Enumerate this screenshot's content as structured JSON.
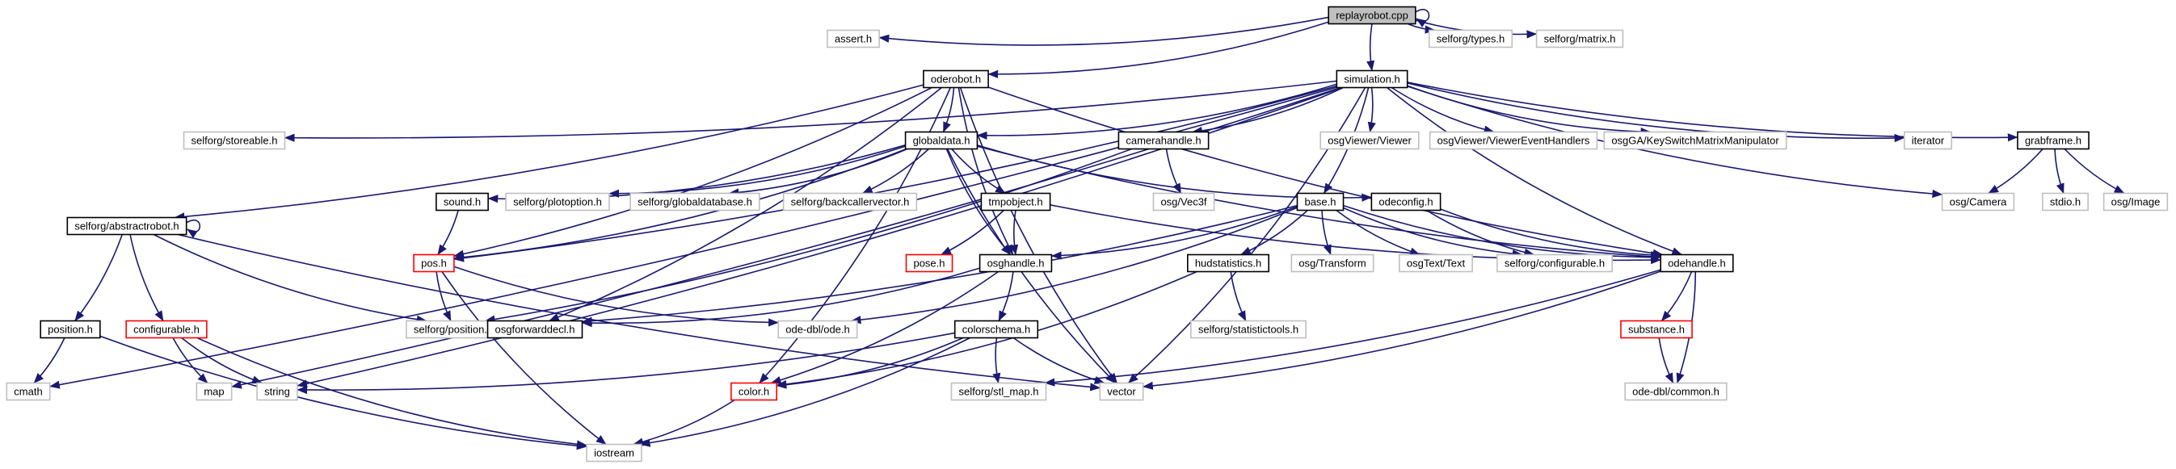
{
  "diagram": {
    "colors": {
      "root_fill": "#bfbfbf",
      "doc_border": "#000000",
      "missing_border": "#bfbfbf",
      "truncated_border": "#ff0000",
      "edge": "#191970",
      "text": "#000000"
    },
    "nodes": [
      {
        "id": "replayrobot",
        "label": "replayrobot.cpp",
        "kind": "root"
      },
      {
        "id": "assert",
        "label": "assert.h",
        "kind": "missing"
      },
      {
        "id": "oderobot",
        "label": "oderobot.h",
        "kind": "doc"
      },
      {
        "id": "simulation",
        "label": "simulation.h",
        "kind": "doc"
      },
      {
        "id": "selftypes",
        "label": "selforg/types.h",
        "kind": "missing"
      },
      {
        "id": "selfmatrix",
        "label": "selforg/matrix.h",
        "kind": "missing"
      },
      {
        "id": "selfstoreable",
        "label": "selforg/storeable.h",
        "kind": "missing"
      },
      {
        "id": "globaldata",
        "label": "globaldata.h",
        "kind": "doc"
      },
      {
        "id": "camerahandle",
        "label": "camerahandle.h",
        "kind": "doc"
      },
      {
        "id": "osgviewer",
        "label": "osgViewer/Viewer",
        "kind": "missing"
      },
      {
        "id": "osgviewerevent",
        "label": "osgViewer/ViewerEventHandlers",
        "kind": "missing"
      },
      {
        "id": "osgga",
        "label": "osgGA/KeySwitchMatrixManipulator",
        "kind": "missing"
      },
      {
        "id": "iterator",
        "label": "iterator",
        "kind": "missing"
      },
      {
        "id": "grabframe",
        "label": "grabframe.h",
        "kind": "doc"
      },
      {
        "id": "sound",
        "label": "sound.h",
        "kind": "doc"
      },
      {
        "id": "plotoption",
        "label": "selforg/plotoption.h",
        "kind": "missing"
      },
      {
        "id": "globaldatabase",
        "label": "selforg/globaldatabase.h",
        "kind": "missing"
      },
      {
        "id": "backcaller",
        "label": "selforg/backcallervector.h",
        "kind": "missing"
      },
      {
        "id": "tmpobject",
        "label": "tmpobject.h",
        "kind": "doc"
      },
      {
        "id": "osgvec3f",
        "label": "osg/Vec3f",
        "kind": "missing"
      },
      {
        "id": "base",
        "label": "base.h",
        "kind": "doc"
      },
      {
        "id": "odeconfig",
        "label": "odeconfig.h",
        "kind": "doc"
      },
      {
        "id": "osgcamera",
        "label": "osg/Camera",
        "kind": "missing"
      },
      {
        "id": "stdio",
        "label": "stdio.h",
        "kind": "missing"
      },
      {
        "id": "osgimage",
        "label": "osg/Image",
        "kind": "missing"
      },
      {
        "id": "abstractrobot",
        "label": "selforg/abstractrobot.h",
        "kind": "doc"
      },
      {
        "id": "pos",
        "label": "pos.h",
        "kind": "truncated"
      },
      {
        "id": "pose",
        "label": "pose.h",
        "kind": "truncated"
      },
      {
        "id": "osghandle",
        "label": "osghandle.h",
        "kind": "doc"
      },
      {
        "id": "hudstatistics",
        "label": "hudstatistics.h",
        "kind": "doc"
      },
      {
        "id": "osgtransform",
        "label": "osg/Transform",
        "kind": "missing"
      },
      {
        "id": "osgtext",
        "label": "osgText/Text",
        "kind": "missing"
      },
      {
        "id": "configurableself",
        "label": "selforg/configurable.h",
        "kind": "missing"
      },
      {
        "id": "odehandle",
        "label": "odehandle.h",
        "kind": "doc"
      },
      {
        "id": "position",
        "label": "position.h",
        "kind": "doc"
      },
      {
        "id": "configurable",
        "label": "configurable.h",
        "kind": "truncated"
      },
      {
        "id": "selfposition",
        "label": "selforg/position.h",
        "kind": "missing"
      },
      {
        "id": "osgforward",
        "label": "osgforwarddecl.h",
        "kind": "doc"
      },
      {
        "id": "odedblode",
        "label": "ode-dbl/ode.h",
        "kind": "missing"
      },
      {
        "id": "statistictools",
        "label": "selforg/statistictools.h",
        "kind": "missing"
      },
      {
        "id": "substance",
        "label": "substance.h",
        "kind": "truncated"
      },
      {
        "id": "colorschema",
        "label": "colorschema.h",
        "kind": "doc"
      },
      {
        "id": "cmath",
        "label": "cmath",
        "kind": "missing"
      },
      {
        "id": "map",
        "label": "map",
        "kind": "missing"
      },
      {
        "id": "string",
        "label": "string",
        "kind": "missing"
      },
      {
        "id": "color",
        "label": "color.h",
        "kind": "truncated"
      },
      {
        "id": "stlmap",
        "label": "selforg/stl_map.h",
        "kind": "missing"
      },
      {
        "id": "vector",
        "label": "vector",
        "kind": "missing"
      },
      {
        "id": "odecommon",
        "label": "ode-dbl/common.h",
        "kind": "missing"
      },
      {
        "id": "iostream",
        "label": "iostream",
        "kind": "missing"
      }
    ],
    "edges": [
      [
        "replayrobot",
        "replayrobot"
      ],
      [
        "replayrobot",
        "assert"
      ],
      [
        "replayrobot",
        "oderobot"
      ],
      [
        "replayrobot",
        "simulation"
      ],
      [
        "replayrobot",
        "selftypes"
      ],
      [
        "replayrobot",
        "selfmatrix"
      ],
      [
        "oderobot",
        "abstractrobot"
      ],
      [
        "oderobot",
        "globaldata"
      ],
      [
        "oderobot",
        "odehandle"
      ],
      [
        "oderobot",
        "osghandle"
      ],
      [
        "oderobot",
        "pos"
      ],
      [
        "oderobot",
        "color"
      ],
      [
        "oderobot",
        "osgforward"
      ],
      [
        "oderobot",
        "vector"
      ],
      [
        "simulation",
        "selfstoreable"
      ],
      [
        "simulation",
        "globaldata"
      ],
      [
        "simulation",
        "camerahandle"
      ],
      [
        "simulation",
        "osgviewer"
      ],
      [
        "simulation",
        "osgviewerevent"
      ],
      [
        "simulation",
        "osgga"
      ],
      [
        "simulation",
        "iterator"
      ],
      [
        "simulation",
        "grabframe"
      ],
      [
        "simulation",
        "base"
      ],
      [
        "simulation",
        "odehandle"
      ],
      [
        "simulation",
        "pos"
      ],
      [
        "simulation",
        "cmath"
      ],
      [
        "simulation",
        "map"
      ],
      [
        "simulation",
        "string"
      ],
      [
        "simulation",
        "vector"
      ],
      [
        "simulation",
        "osgcamera"
      ],
      [
        "globaldata",
        "sound"
      ],
      [
        "globaldata",
        "plotoption"
      ],
      [
        "globaldata",
        "globaldatabase"
      ],
      [
        "globaldata",
        "backcaller"
      ],
      [
        "globaldata",
        "tmpobject"
      ],
      [
        "globaldata",
        "odeconfig"
      ],
      [
        "globaldata",
        "odehandle"
      ],
      [
        "globaldata",
        "osghandle"
      ],
      [
        "globaldata",
        "pos"
      ],
      [
        "globaldata",
        "vector"
      ],
      [
        "camerahandle",
        "osgvec3f"
      ],
      [
        "camerahandle",
        "selfposition"
      ],
      [
        "grabframe",
        "osgcamera"
      ],
      [
        "grabframe",
        "stdio"
      ],
      [
        "grabframe",
        "osgimage"
      ],
      [
        "sound",
        "pos"
      ],
      [
        "tmpobject",
        "pose"
      ],
      [
        "tmpobject",
        "osghandle"
      ],
      [
        "tmpobject",
        "odehandle"
      ],
      [
        "base",
        "osghandle"
      ],
      [
        "base",
        "hudstatistics"
      ],
      [
        "base",
        "osgtransform"
      ],
      [
        "base",
        "osgtext"
      ],
      [
        "base",
        "configurableself"
      ],
      [
        "base",
        "odehandle"
      ],
      [
        "base",
        "odedblode"
      ],
      [
        "base",
        "osgforward"
      ],
      [
        "odeconfig",
        "configurableself"
      ],
      [
        "odeconfig",
        "odehandle"
      ],
      [
        "abstractrobot",
        "abstractrobot"
      ],
      [
        "abstractrobot",
        "position"
      ],
      [
        "abstractrobot",
        "configurable"
      ],
      [
        "abstractrobot",
        "selfposition"
      ],
      [
        "abstractrobot",
        "vector"
      ],
      [
        "pos",
        "selfposition"
      ],
      [
        "pos",
        "odedblode"
      ],
      [
        "pos",
        "iostream"
      ],
      [
        "osghandle",
        "osgforward"
      ],
      [
        "osghandle",
        "colorschema"
      ],
      [
        "osghandle",
        "color"
      ],
      [
        "hudstatistics",
        "statistictools"
      ],
      [
        "hudstatistics",
        "color"
      ],
      [
        "odehandle",
        "substance"
      ],
      [
        "odehandle",
        "odecommon"
      ],
      [
        "odehandle",
        "stlmap"
      ],
      [
        "odehandle",
        "vector"
      ],
      [
        "position",
        "cmath"
      ],
      [
        "position",
        "iostream"
      ],
      [
        "configurable",
        "map"
      ],
      [
        "configurable",
        "string"
      ],
      [
        "configurable",
        "iostream"
      ],
      [
        "substance",
        "odecommon"
      ],
      [
        "colorschema",
        "color"
      ],
      [
        "colorschema",
        "string"
      ],
      [
        "colorschema",
        "stlmap"
      ],
      [
        "colorschema",
        "vector"
      ],
      [
        "colorschema",
        "iostream"
      ],
      [
        "color",
        "iostream"
      ]
    ]
  }
}
